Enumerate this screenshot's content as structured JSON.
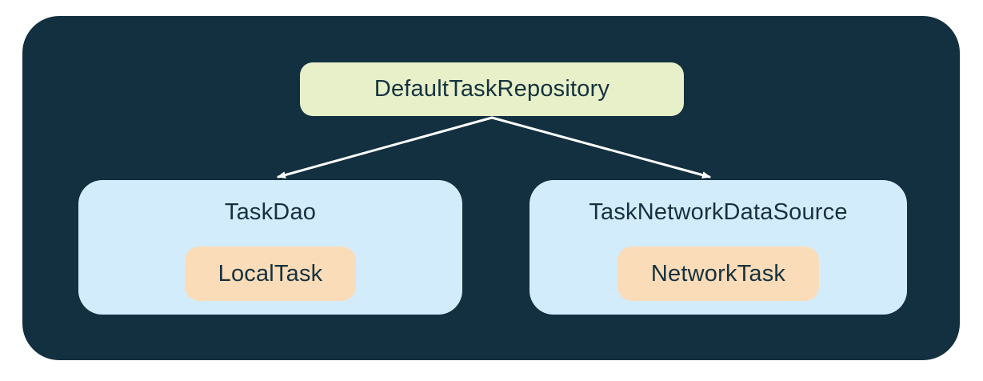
{
  "diagram": {
    "root": {
      "label": "DefaultTaskRepository"
    },
    "children": [
      {
        "label": "TaskDao",
        "chip": "LocalTask"
      },
      {
        "label": "TaskNetworkDataSource",
        "chip": "NetworkTask"
      }
    ],
    "colors": {
      "background": "#12303F",
      "root_fill": "#E7F0C9",
      "group_fill": "#D3ECFB",
      "chip_fill": "#FBDCB8",
      "text": "#16323F",
      "arrow": "#FFFFFF",
      "page": "#FFFFFF"
    }
  }
}
